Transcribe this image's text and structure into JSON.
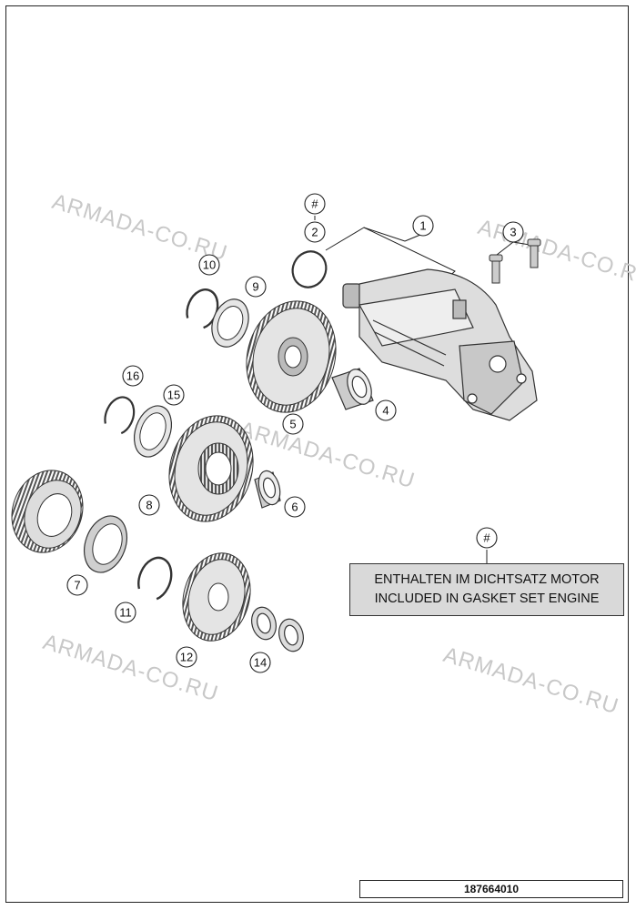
{
  "watermarks": [
    "ARMADA-CO.RU",
    "ARMADA-CO.RU",
    "ARMADA-CO.RU",
    "ARMADA-CO.RU",
    "ARMADA-CO.RU"
  ],
  "callouts": {
    "hash_top": "#",
    "p1": "1",
    "p2": "2",
    "p3": "3",
    "p4": "4",
    "p5": "5",
    "p6": "6",
    "p7": "7",
    "p8": "8",
    "p9": "9",
    "p10": "10",
    "p11": "11",
    "p12": "12",
    "p14": "14",
    "p15": "15",
    "p16": "16",
    "hash_note": "#"
  },
  "note": {
    "line1": "ENTHALTEN IM DICHTSATZ MOTOR",
    "line2": "INCLUDED IN GASKET SET ENGINE"
  },
  "diagram_number": "187664010"
}
